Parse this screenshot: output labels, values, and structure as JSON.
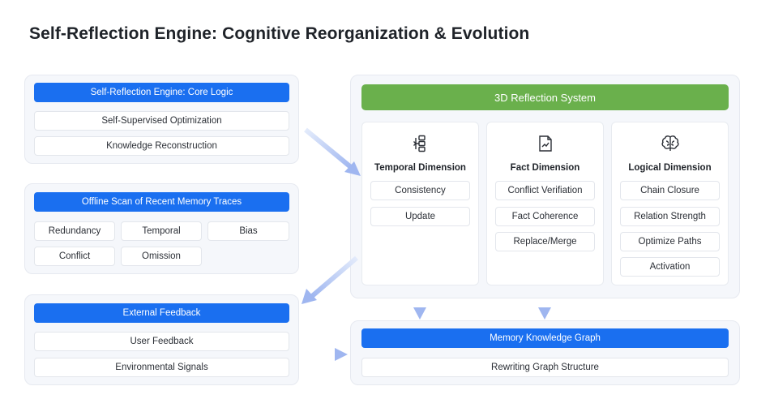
{
  "title": "Self-Reflection Engine:  Cognitive Reorganization & Evolution",
  "core": {
    "header": "Self-Reflection Engine: Core Logic",
    "items": [
      "Self-Supervised Optimization",
      "Knowledge Reconstruction"
    ]
  },
  "scan": {
    "header": "Offline Scan of Recent Memory Traces",
    "items": [
      "Redundancy",
      "Temporal",
      "Bias",
      "Conflict",
      "Omission"
    ]
  },
  "feedback": {
    "header": "External Feedback",
    "items": [
      "User Feedback",
      "Environmental Signals"
    ]
  },
  "reflection": {
    "header": "3D Reflection System",
    "dimensions": [
      {
        "title": "Temporal Dimension",
        "icon": "timeline-blocks-icon",
        "items": [
          "Consistency",
          "Update"
        ]
      },
      {
        "title": "Fact Dimension",
        "icon": "document-chart-icon",
        "items": [
          "Conflict Verifiation",
          "Fact Coherence",
          "Replace/Merge"
        ]
      },
      {
        "title": "Logical Dimension",
        "icon": "brain-icon",
        "items": [
          "Chain Closure",
          "Relation Strength",
          "Optimize Paths",
          "Activation"
        ]
      }
    ]
  },
  "graph": {
    "header": "Memory Knowledge Graph",
    "item": "Rewriting Graph Structure"
  },
  "colors": {
    "primary": "#1a6ff0",
    "green": "#6ab04c",
    "arrow": "#a9bdf2"
  }
}
